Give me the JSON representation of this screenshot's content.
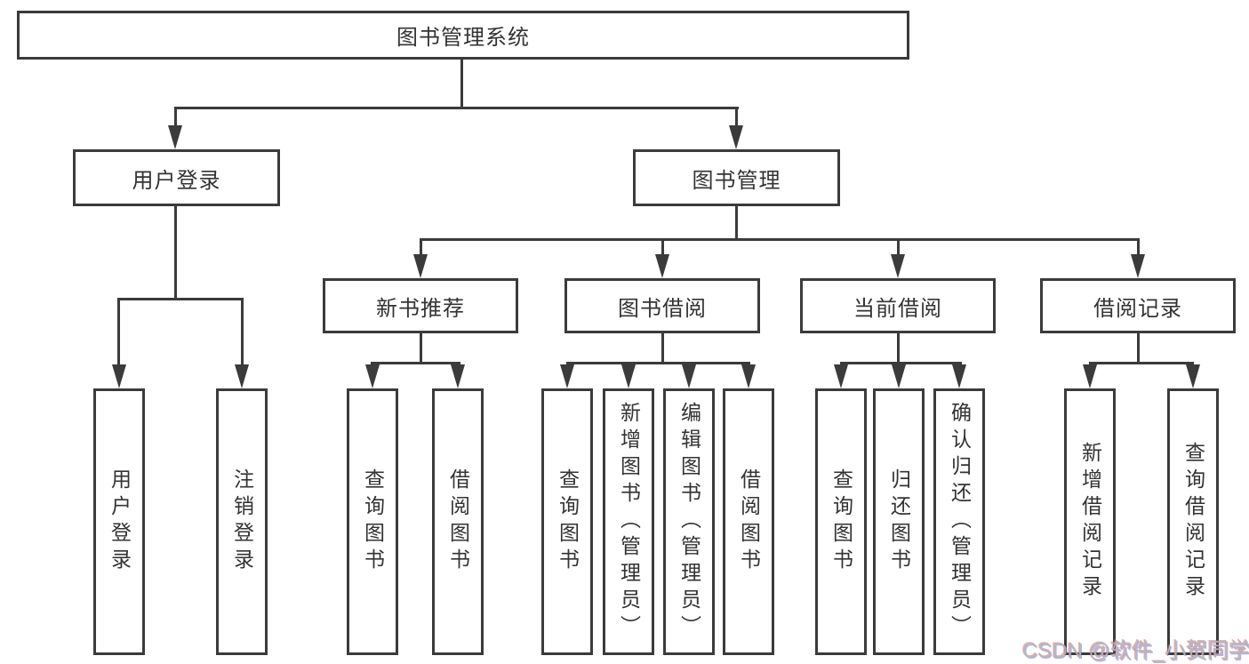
{
  "diagram": {
    "root": "图书管理系统",
    "branches": [
      {
        "label": "用户登录",
        "children": [
          "用户登录",
          "注销登录"
        ]
      },
      {
        "label": "图书管理",
        "children": [
          {
            "label": "新书推荐",
            "children": [
              "查询图书",
              "借阅图书"
            ]
          },
          {
            "label": "图书借阅",
            "children": [
              "查询图书",
              "新增图书（管理员）",
              "编辑图书（管理员）",
              "借阅图书"
            ]
          },
          {
            "label": "当前借阅",
            "children": [
              "查询图书",
              "归还图书",
              "确认归还（管理员）"
            ]
          },
          {
            "label": "借阅记录",
            "children": [
              "新增借阅记录",
              "查询借阅记录"
            ]
          }
        ]
      }
    ]
  },
  "watermark": {
    "text": "CSDN @软件_小贺同学"
  },
  "colors": {
    "line": "#3b3b3b",
    "text": "#333333",
    "background": "#ffffff",
    "watermark": "#b5b5b5"
  }
}
